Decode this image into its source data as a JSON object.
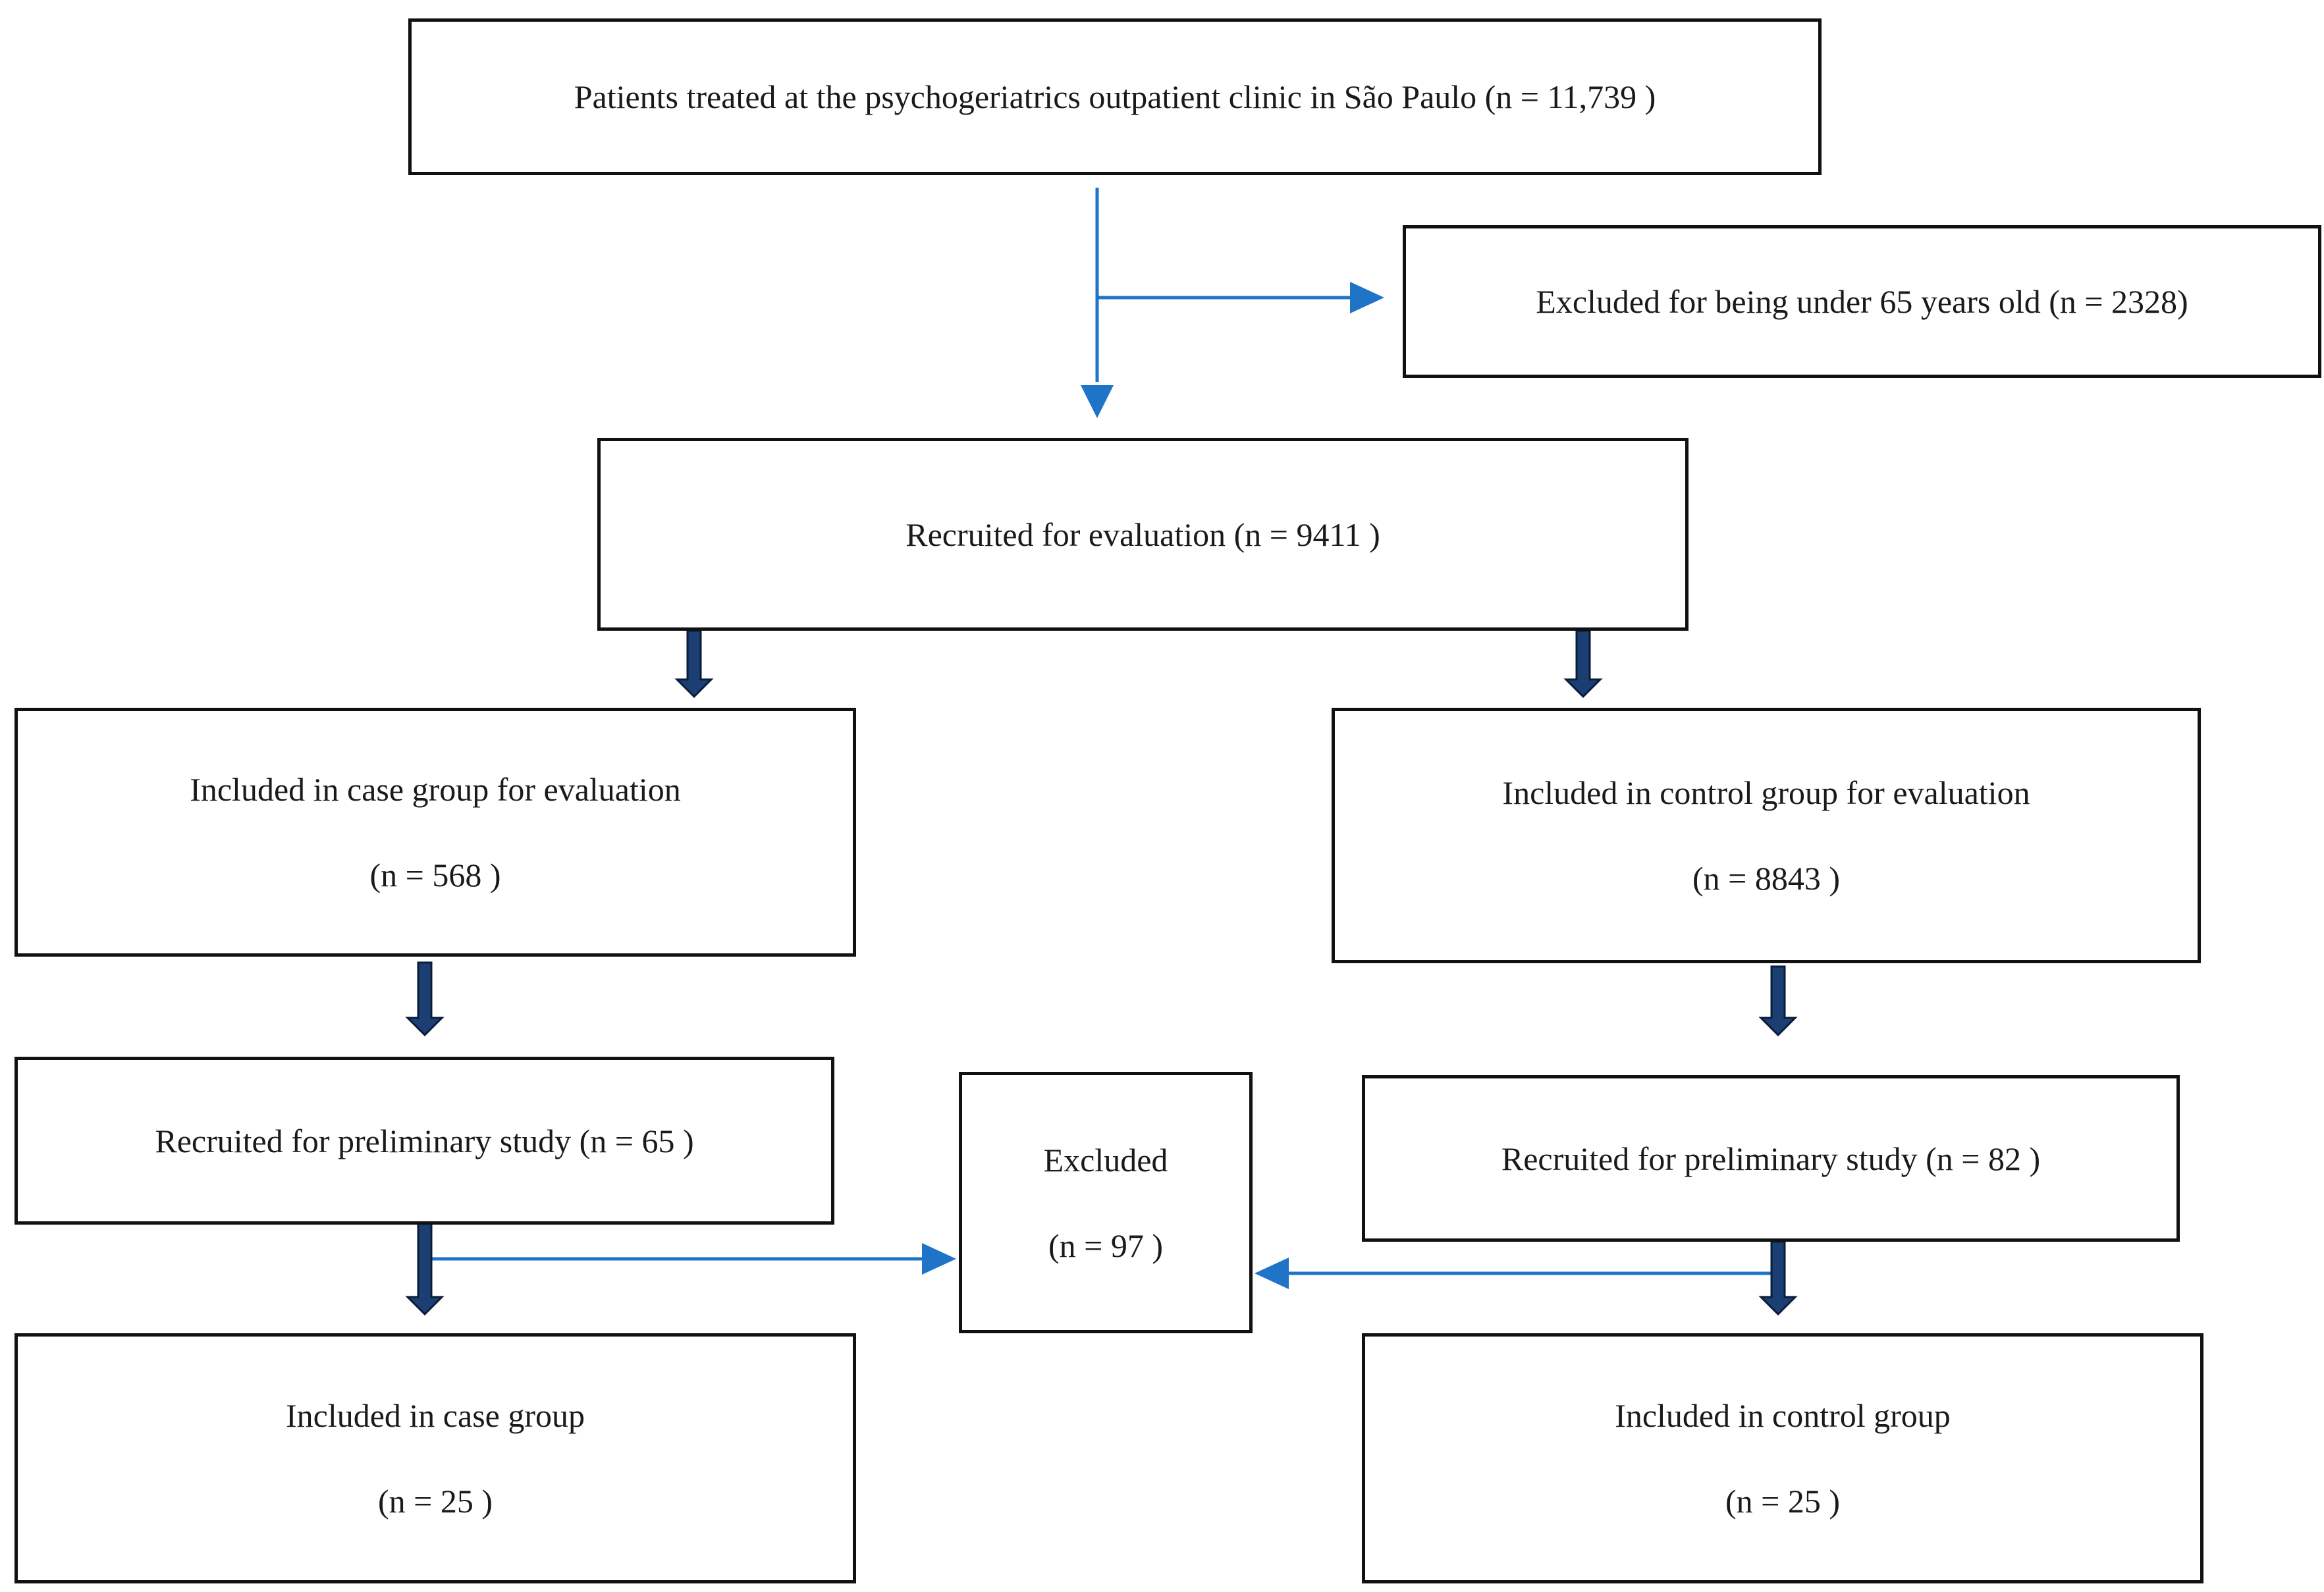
{
  "flowchart": {
    "source": {
      "text": "Patients treated at the psychogeriatrics outpatient clinic in São Paulo (n = 11,739 )"
    },
    "excluded_age": {
      "text": "Excluded for being under 65 years old (n = 2328)"
    },
    "recruited": {
      "text": "Recruited for evaluation (n = 9411 )"
    },
    "case_eval": {
      "line1": "Included in case group for evaluation",
      "line2": "(n = 568 )"
    },
    "control_eval": {
      "line1": "Included in control group for evaluation",
      "line2": "(n = 8843 )"
    },
    "case_prelim": {
      "text": "Recruited for preliminary study (n = 65 )"
    },
    "excluded": {
      "line1": "Excluded",
      "line2": "(n = 97 )"
    },
    "control_prelim": {
      "text": "Recruited for preliminary study (n = 82 )"
    },
    "case_final": {
      "line1": "Included in case group",
      "line2": "(n = 25 )"
    },
    "control_final": {
      "line1": "Included in control group",
      "line2": "(n = 25 )"
    }
  },
  "colors": {
    "thin_arrow": "#1f74c8",
    "block_arrow_fill": "#1c3f73",
    "block_arrow_edge": "#0a1c3a",
    "border": "#111111"
  }
}
